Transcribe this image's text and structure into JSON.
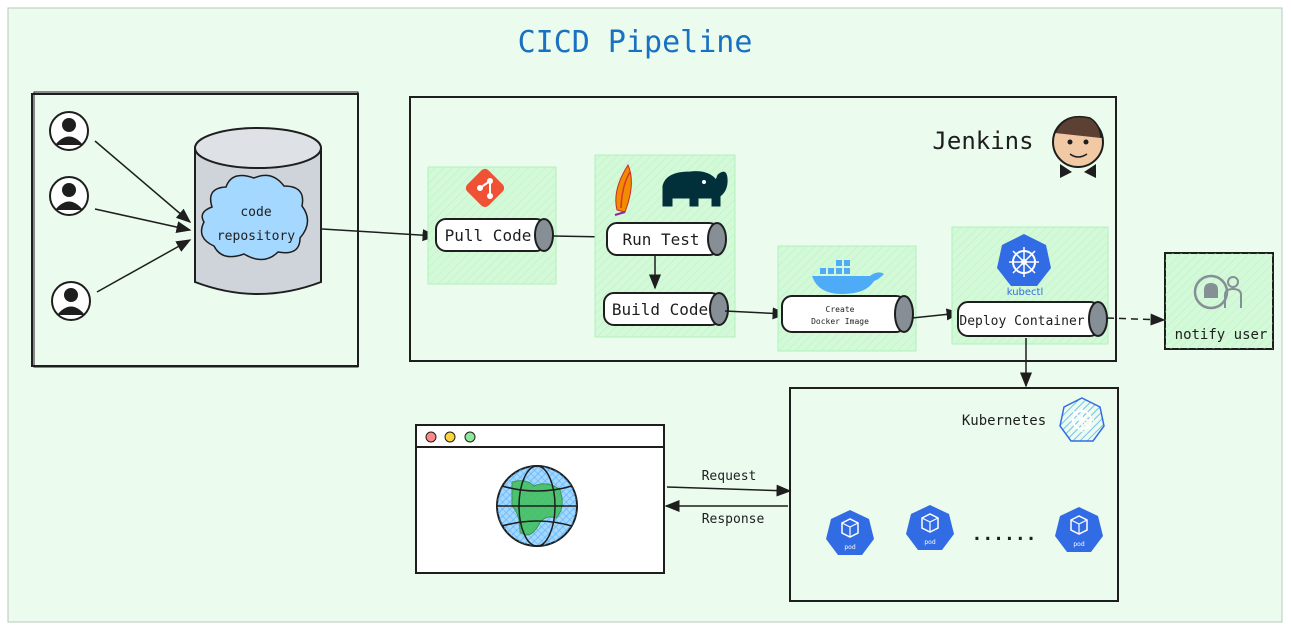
{
  "title": "CICD Pipeline",
  "repo": {
    "label_line1": "code",
    "label_line2": "repository"
  },
  "jenkins": {
    "label": "Jenkins"
  },
  "stages": {
    "pull": "Pull Code",
    "test": "Run Test",
    "build": "Build Code",
    "docker_line1": "Create",
    "docker_line2": "Docker Image",
    "deploy": "Deploy Container"
  },
  "kubectl": {
    "label": "kubectl"
  },
  "notify": {
    "label": "notify user"
  },
  "kubernetes": {
    "label": "Kubernetes",
    "ellipsis": "......"
  },
  "pod": {
    "label": "pod"
  },
  "browser": {
    "request": "Request",
    "response": "Response"
  },
  "colors": {
    "background": "#ebfbee",
    "title": "#1971c2",
    "stage_fill": "#d3f9d8",
    "cylinder": "#ced4da",
    "cloud": "#a5d8ff",
    "k8s_blue": "#326ce5",
    "apache_orange": "#f08c00",
    "git": "#f05033",
    "docker": "#4dabf7",
    "gradle": "#02303a"
  }
}
